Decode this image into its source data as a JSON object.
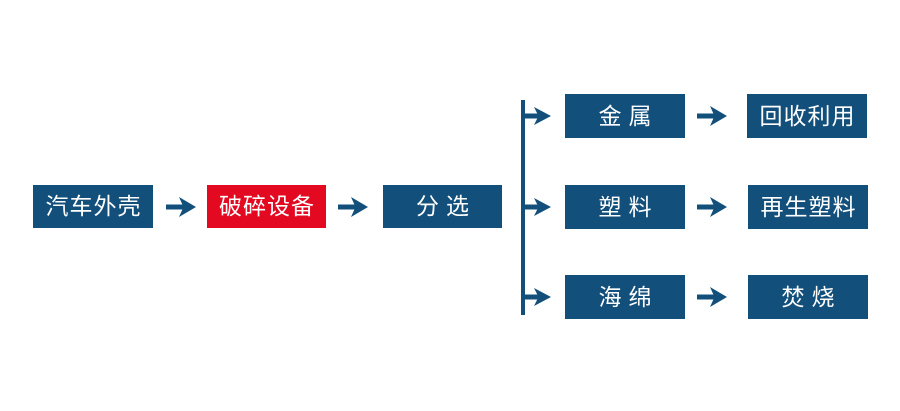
{
  "colors": {
    "box_blue": "#124F7B",
    "box_red": "#E30921",
    "connector_blue": "#124F7B",
    "text_white": "#FFFFFF",
    "background": "#FFFFFF"
  },
  "flow": {
    "start": "汽车外壳",
    "crush": "破碎设备",
    "sort": "分选",
    "branches": [
      {
        "material": "金属",
        "result": "回收利用"
      },
      {
        "material": "塑料",
        "result": "再生塑料"
      },
      {
        "material": "海绵",
        "result": "焚烧"
      }
    ]
  }
}
